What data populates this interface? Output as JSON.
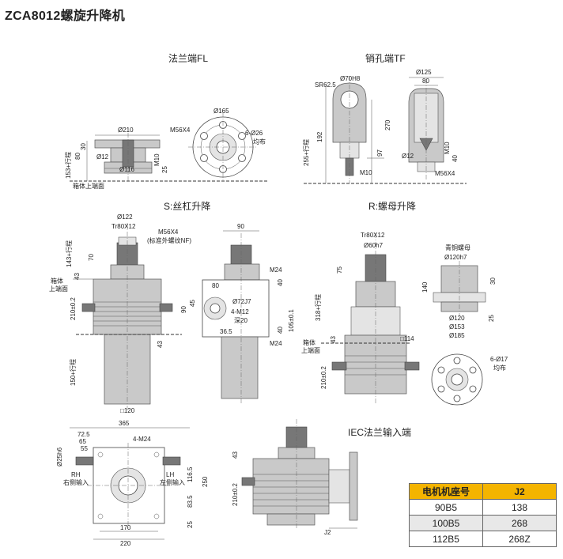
{
  "title": "ZCA8012螺旋升降机",
  "views": {
    "fl": "法兰端FL",
    "tf": "销孔端TF",
    "s": "S:丝杠升降",
    "r": "R:螺母升降",
    "iec": "IEC法兰输入端"
  },
  "fl_dims": {
    "d210": "Ø210",
    "h30": "30",
    "h80": "80",
    "d12": "Ø12",
    "d116": "Ø116",
    "m10": "M10",
    "h25": "25",
    "stroke": "153+行程",
    "ref": "箱体上端面",
    "d165": "Ø165",
    "m56": "M56X4",
    "holes": "6-Ø26",
    "even": "均布"
  },
  "tf_dims": {
    "sr": "SR62.5",
    "d70": "Ø70H8",
    "h270": "270",
    "h192": "192",
    "h97": "97",
    "stroke": "255+行程",
    "m10": "M10",
    "d125": "Ø125",
    "w80": "80",
    "d12": "Ø12",
    "m10b": "M10",
    "h40": "40",
    "m56": "M56X4"
  },
  "s_dims": {
    "d122": "Ø122",
    "tr": "Tr80X12",
    "m56": "M56X4",
    "note": "(标准外螺纹NF)",
    "stroke143": "143+行程",
    "h70": "70",
    "h43": "43",
    "ref1": "箱体",
    "ref2": "上端面",
    "h210": "210±0.2",
    "h43b": "43",
    "stroke150": "150+行程",
    "sq120": "□120",
    "w90": "90",
    "w80": "80",
    "m24": "M24",
    "h40": "40",
    "d72": "Ø72J7",
    "m12": "4-M12",
    "depth": "深20",
    "w365": "36.5",
    "h105": "105±0.1",
    "h40b": "40",
    "m24b": "M24",
    "h90": "90",
    "h45": "45"
  },
  "r_dims": {
    "tr": "Tr80X12",
    "d60": "Ø60h7",
    "h75": "75",
    "stroke": "318+行程",
    "h43": "43",
    "ref1": "箱体",
    "ref2": "上端面",
    "sq114": "□114",
    "h210": "210±0.2",
    "nut": "青铜螺母",
    "d120h7": "Ø120h7",
    "h140": "140",
    "h30": "30",
    "d120": "Ø120",
    "d153": "Ø153",
    "d185": "Ø185",
    "h25": "25",
    "holes": "6-Ø17",
    "even": "均布"
  },
  "bottom_dims": {
    "w365": "365",
    "w725": "72.5",
    "w65": "65",
    "w55": "55",
    "m24": "4-M24",
    "d25": "Ø25h6",
    "rh": "RH",
    "rh_cn": "右侧输入",
    "lh": "LH",
    "lh_cn": "左侧输入",
    "h1165": "116.5",
    "h835": "83.5",
    "h25": "25",
    "h250": "250",
    "w170": "170",
    "w220": "220",
    "h43": "43",
    "h210": "210±0.2",
    "j2": "J2"
  },
  "table": {
    "headers": [
      "电机机座号",
      "J2"
    ],
    "rows": [
      [
        "90B5",
        "138"
      ],
      [
        "100B5",
        "268"
      ],
      [
        "112B5",
        "268Z"
      ]
    ]
  }
}
